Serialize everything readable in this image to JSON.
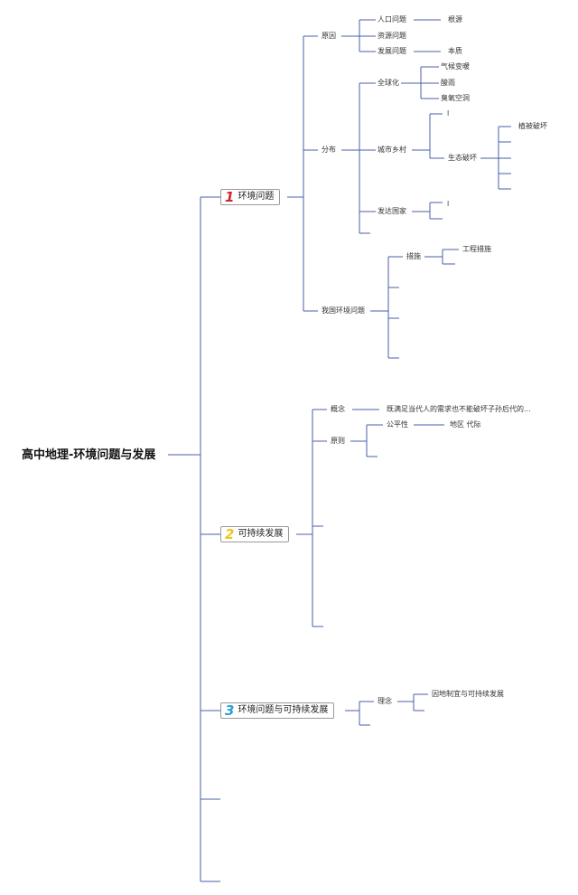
{
  "colors": {
    "line": "#4a5fa8",
    "num1": "#d0262f",
    "num2": "#f2c21b",
    "num3": "#2b9ed8"
  },
  "root": {
    "title": "高中地理-环境问题与发展"
  },
  "main": [
    {
      "num": "1",
      "label": "环境问题"
    },
    {
      "num": "2",
      "label": "可持续发展"
    },
    {
      "num": "3",
      "label": "环境问题与可持续发展"
    }
  ],
  "nodes": {
    "cause": "原因",
    "population": "人口问题",
    "root_source": "根源",
    "resources": "资源问题",
    "development": "发展问题",
    "essence": "本质",
    "distribution": "分布",
    "globalization": "全球化",
    "climate": "气候变暖",
    "acid_rain": "酸雨",
    "ozone": "臭氧空洞",
    "urban_rural": "城市乡村",
    "small_mark_1": "l",
    "eco_damage": "生态破坏",
    "vegetation": "植被破坏",
    "developed": "发达国家",
    "small_mark_2": "l",
    "china_env": "我国环境问题",
    "measures": "措施",
    "engineering": "工程措施",
    "concept": "概念",
    "concept_text": "既满足当代人的需求也不能破坏子孙后代的...",
    "principle": "原则",
    "fairness": "公平性",
    "region_gen": "地区 代际",
    "idea": "理念",
    "local_adapt": "因地制宜与可持续发展"
  }
}
